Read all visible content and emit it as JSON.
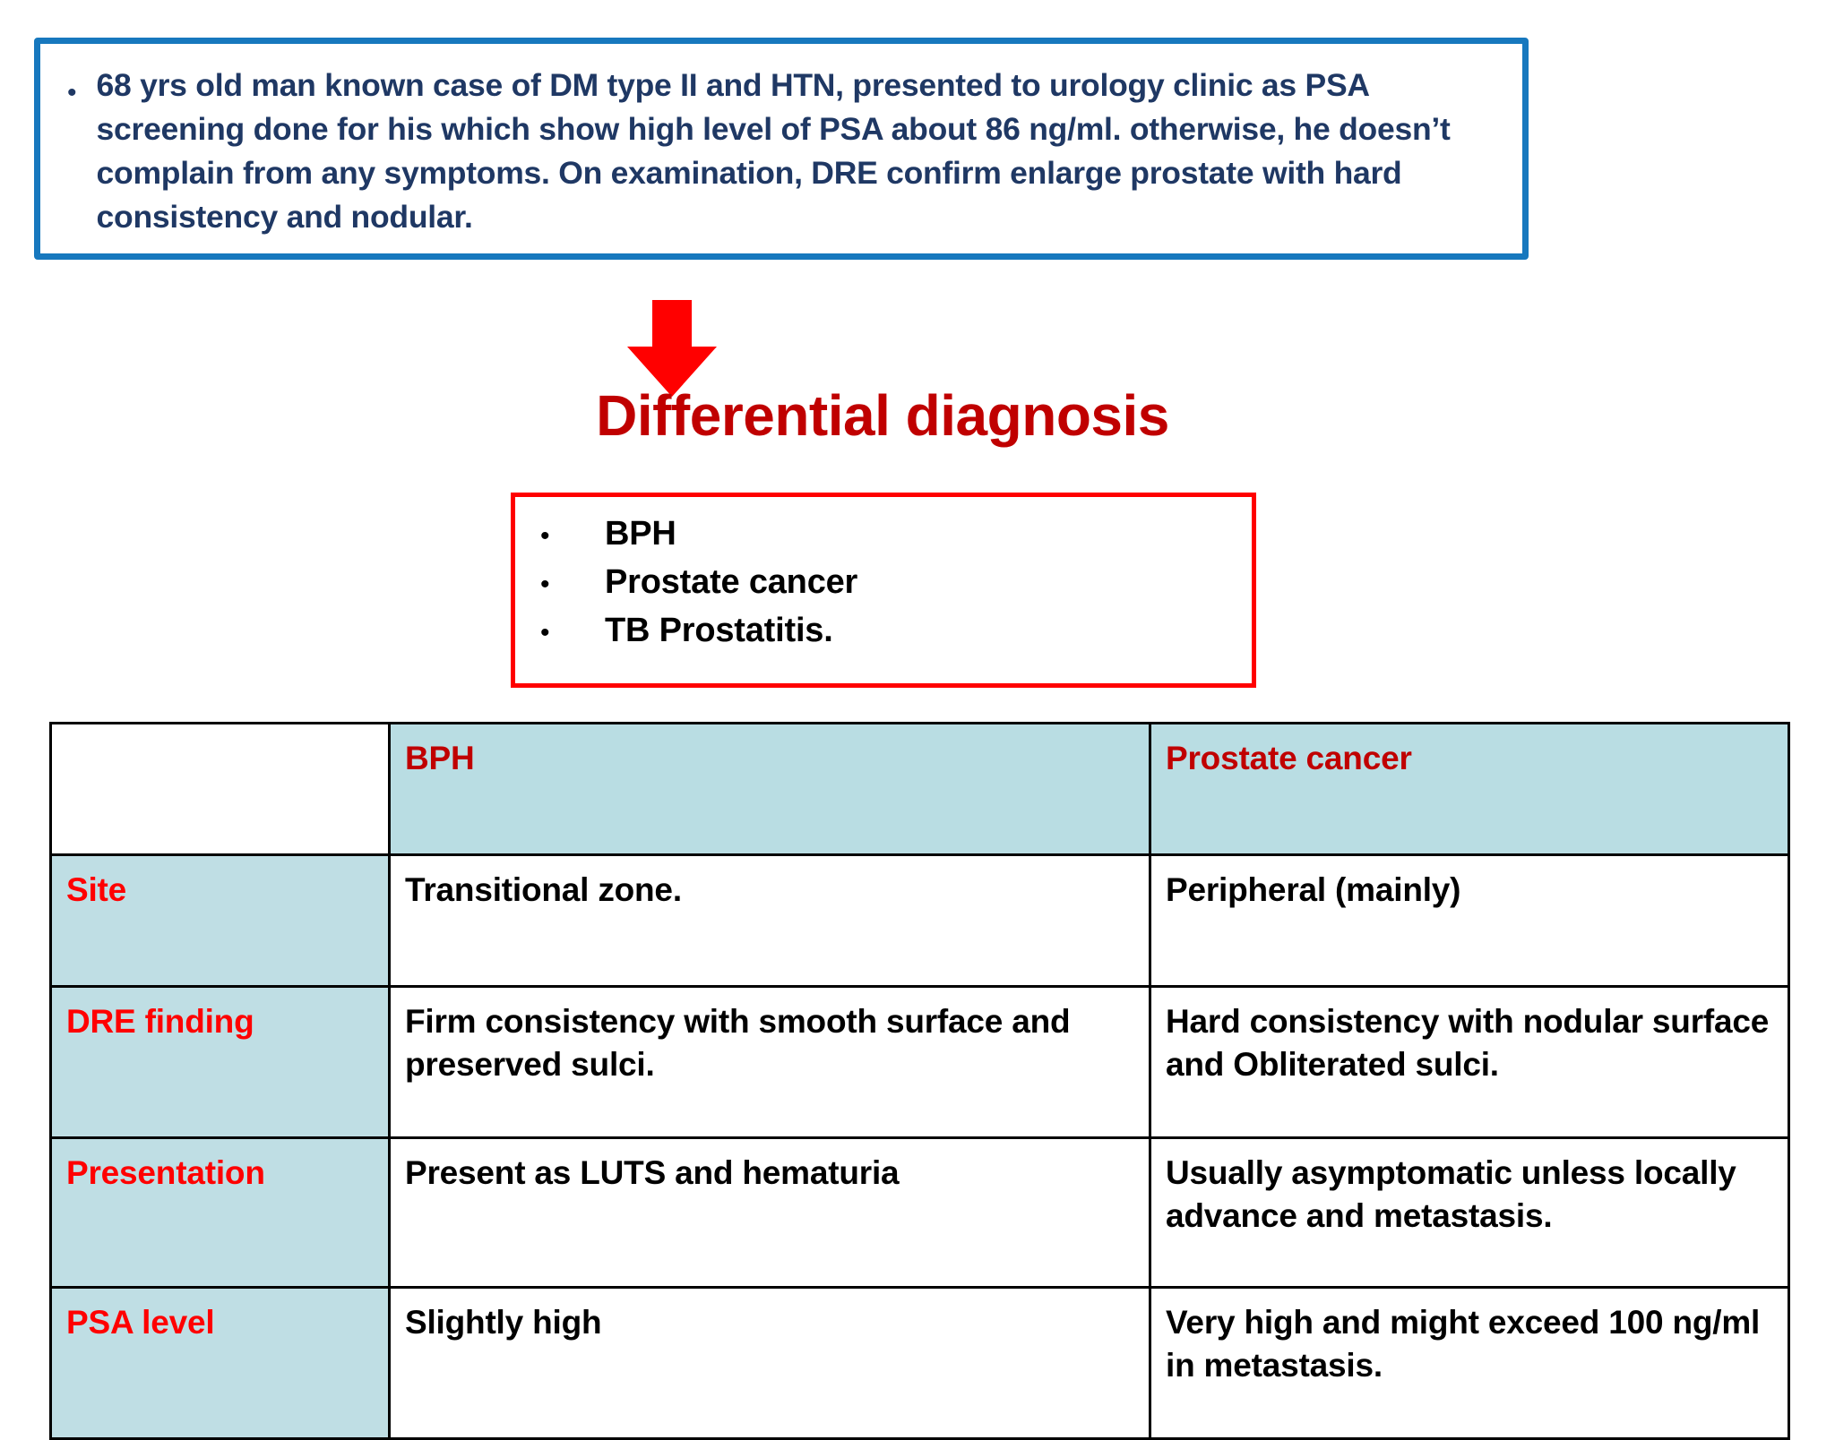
{
  "stem": {
    "bullet_glyph": "•",
    "text": "68 yrs old man known case of DM type II and HTN, presented to urology clinic as PSA screening done for his which show high level of PSA about 86 ng/ml. otherwise, he doesn’t complain from any symptoms. On examination, DRE confirm enlarge prostate with hard consistency and nodular.",
    "border_color": "#1778BE",
    "text_color": "#1F3864"
  },
  "arrow": {
    "name": "down-arrow",
    "color": "#FF0000"
  },
  "differential": {
    "title": "Differential diagnosis",
    "title_color": "#C00000",
    "box_border_color": "#FF0000",
    "bullet_glyph": "•",
    "items": [
      "BPH",
      "Prostate cancer",
      "TB Prostatitis."
    ]
  },
  "table": {
    "header_bg": "#B9DDE3",
    "label_bg": "#BFDEE4",
    "header_text_color": "#C00000",
    "label_text_color": "#FF0000",
    "columns": [
      "",
      "BPH",
      "Prostate cancer"
    ],
    "rows": [
      {
        "label": "Site",
        "bph": "Transitional zone.",
        "pca": "Peripheral (mainly)"
      },
      {
        "label": "DRE finding",
        "bph": "Firm consistency with smooth surface and preserved sulci.",
        "pca": "Hard consistency with nodular surface and Obliterated sulci."
      },
      {
        "label": "Presentation",
        "bph": "Present as LUTS and hematuria",
        "pca": "Usually asymptomatic unless locally advance and metastasis."
      },
      {
        "label": "PSA level",
        "bph": "Slightly high",
        "pca": "Very high and might exceed 100 ng/ml in metastasis."
      }
    ]
  }
}
